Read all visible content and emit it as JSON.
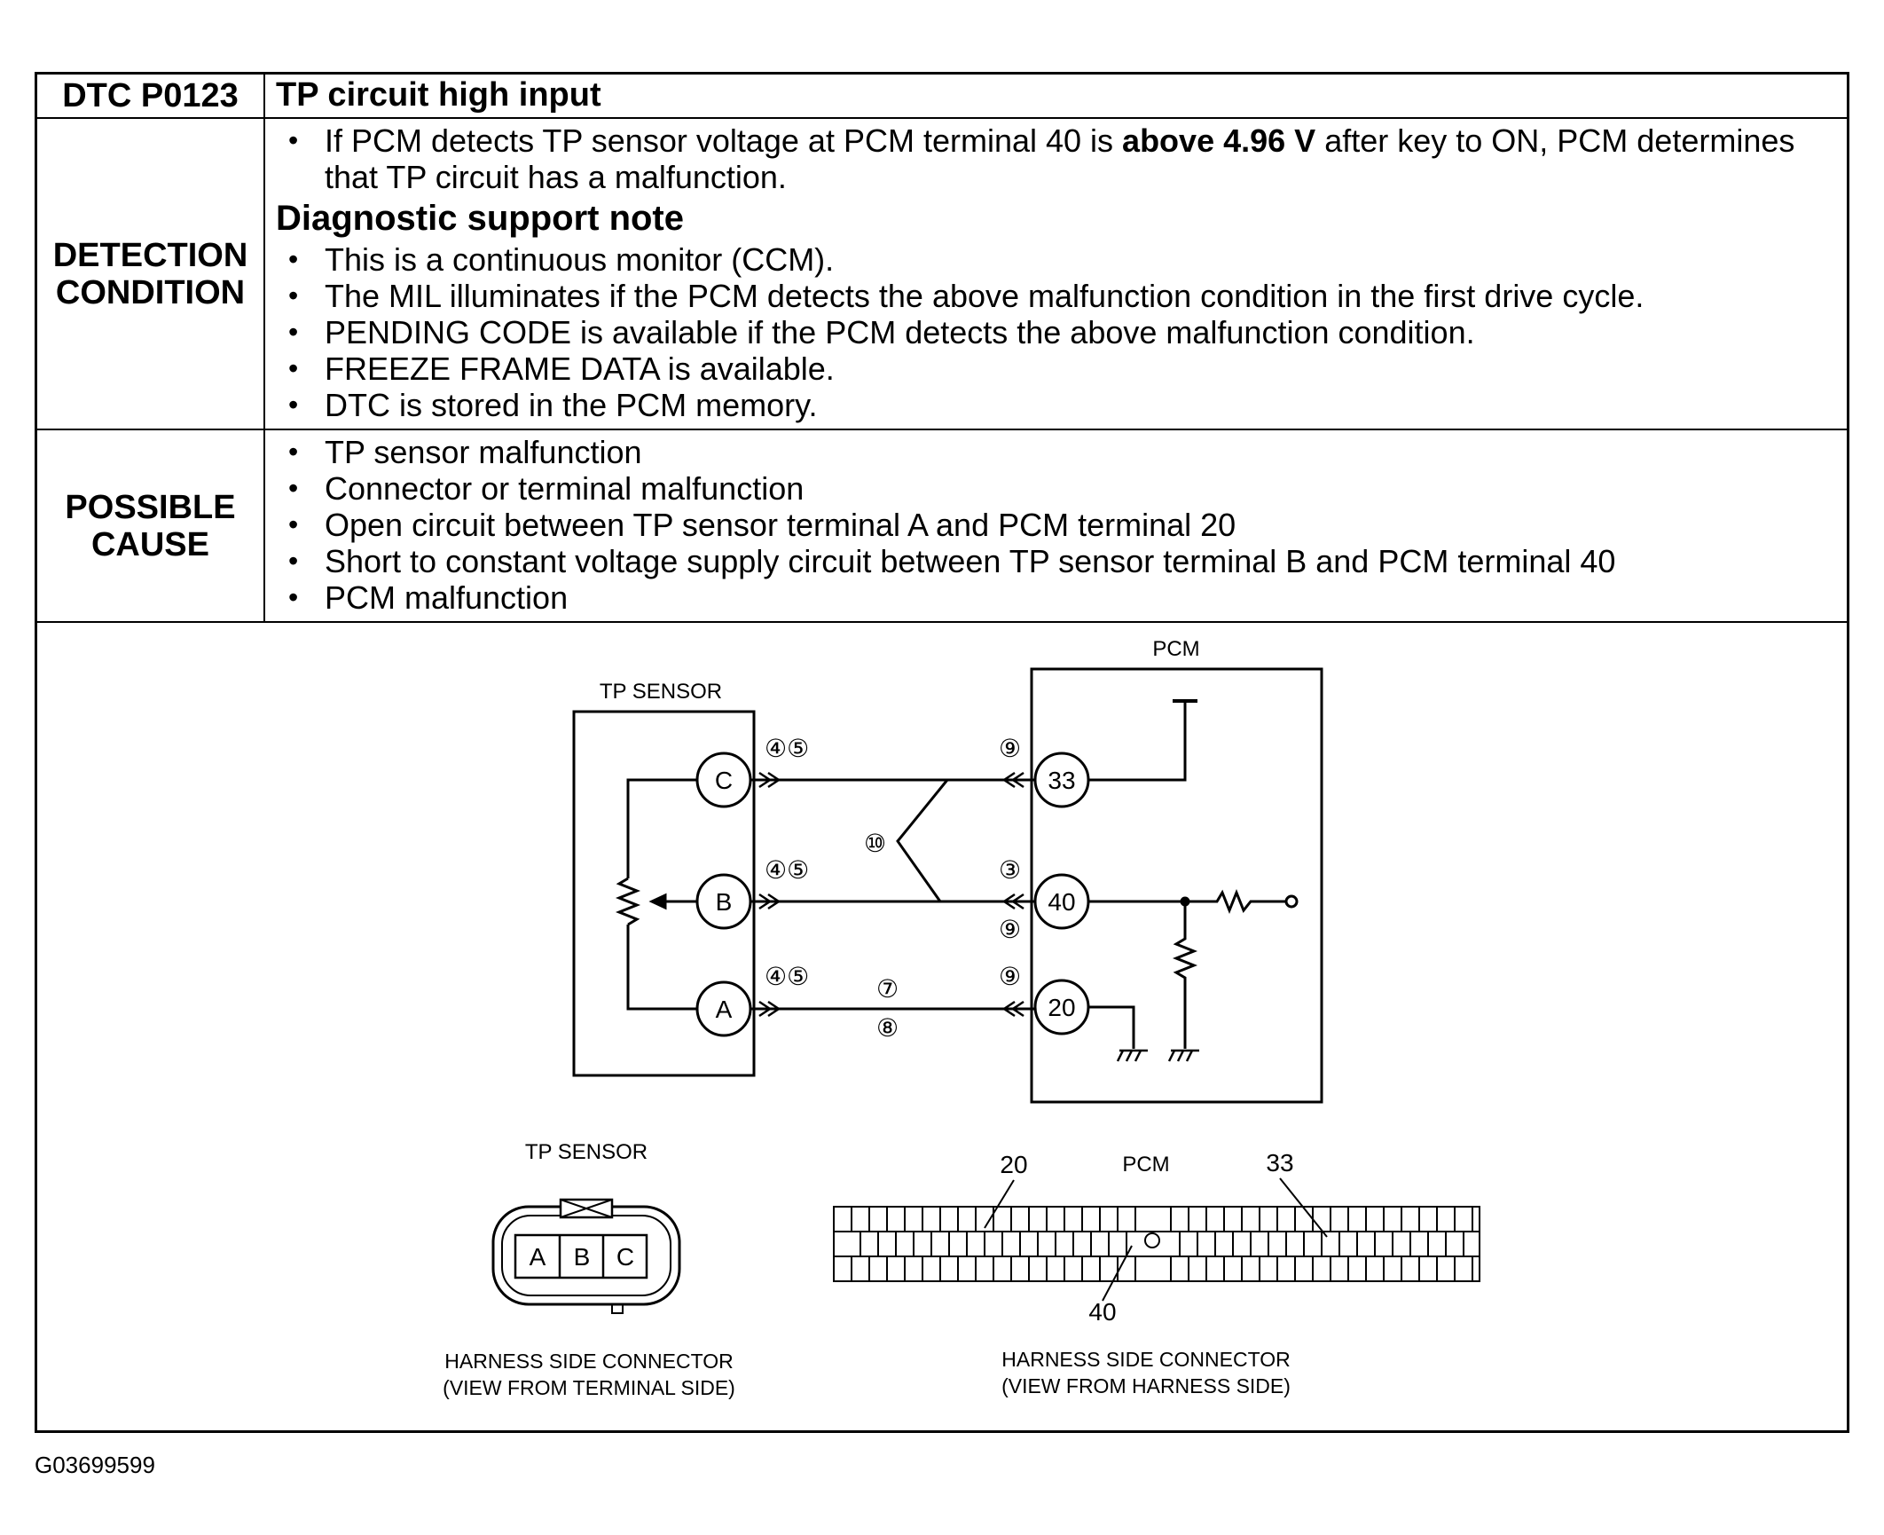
{
  "header": {
    "code": "DTC P0123",
    "title": "TP circuit high input"
  },
  "detection": {
    "label_line1": "DETECTION",
    "label_line2": "CONDITION",
    "main_pre": "If PCM detects TP sensor voltage at PCM terminal 40 is ",
    "main_bold": "above 4.96 V",
    "main_post": " after key to ON, PCM determines that TP circuit has a malfunction.",
    "note_heading": "Diagnostic support note",
    "notes": [
      "This is a continuous monitor (CCM).",
      "The MIL illuminates if the PCM detects the above malfunction condition in the first drive cycle.",
      "PENDING CODE is available if the PCM detects the above malfunction condition.",
      "FREEZE FRAME DATA is available.",
      "DTC is stored in the PCM memory."
    ]
  },
  "cause": {
    "label_line1": "POSSIBLE",
    "label_line2": "CAUSE",
    "items": [
      "TP sensor malfunction",
      "Connector or terminal malfunction",
      "Open circuit between TP sensor terminal A and PCM terminal 20",
      "Short to constant voltage supply circuit between TP sensor terminal B and PCM terminal 40",
      "PCM malfunction"
    ]
  },
  "diagram": {
    "pcm_label": "PCM",
    "tp_sensor_label": "TP SENSOR",
    "terminals_sensor": [
      "C",
      "B",
      "A"
    ],
    "terminals_pcm": [
      "33",
      "40",
      "20"
    ],
    "callouts": {
      "c45": "④⑤",
      "b45": "④⑤",
      "a45": "④⑤",
      "c9": "⑨",
      "b3": "③",
      "b9": "⑨",
      "a9": "⑨",
      "a7": "⑦",
      "a8": "⑧",
      "mid10": "⑩"
    },
    "conn_tp_title": "TP SENSOR",
    "conn_tp_pins": [
      "A",
      "B",
      "C"
    ],
    "conn_tp_caption1": "HARNESS SIDE CONNECTOR",
    "conn_tp_caption2": "(VIEW FROM TERMINAL SIDE)",
    "conn_pcm_title": "PCM",
    "conn_pcm_pin20": "20",
    "conn_pcm_pin33": "33",
    "conn_pcm_pin40": "40",
    "conn_pcm_caption1": "HARNESS SIDE CONNECTOR",
    "conn_pcm_caption2": "(VIEW FROM HARNESS SIDE)"
  },
  "footer": {
    "figure_id": "G03699599"
  }
}
